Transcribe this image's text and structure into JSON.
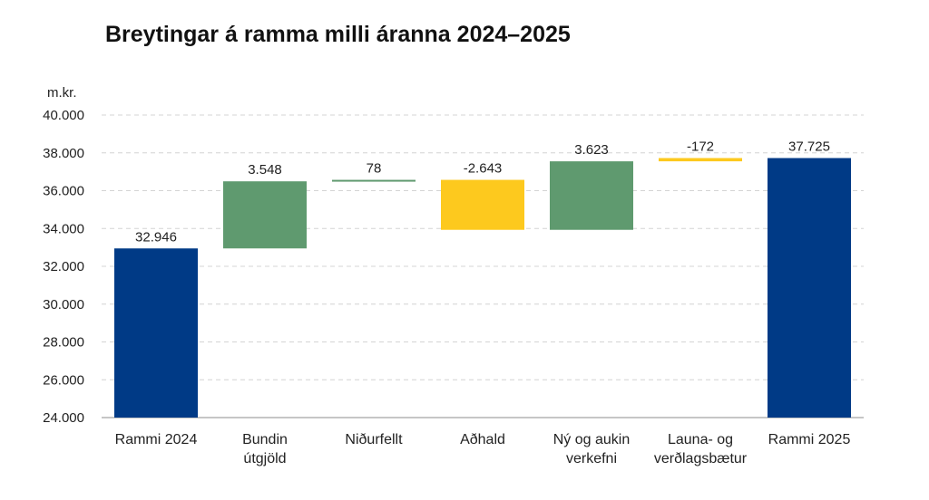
{
  "chart_data": {
    "type": "bar",
    "subtype": "waterfall",
    "title": "Breytingar á ramma milli áranna 2024–2025",
    "unit_label": "m.kr.",
    "ylim": [
      24000,
      40000
    ],
    "y_ticks": [
      "24.000",
      "26.000",
      "28.000",
      "30.000",
      "32.000",
      "34.000",
      "36.000",
      "38.000",
      "40.000"
    ],
    "y_tick_values": [
      24000,
      26000,
      28000,
      30000,
      32000,
      34000,
      36000,
      38000,
      40000
    ],
    "grid": true,
    "categories": [
      [
        "Rammi 2024"
      ],
      [
        "Bundin",
        "útgjöld"
      ],
      [
        "Niðurfellt"
      ],
      [
        "Aðhald"
      ],
      [
        "Ný og aukin",
        "verkefni"
      ],
      [
        "Launa- og",
        "verðlagsbætur"
      ],
      [
        "Rammi 2025"
      ]
    ],
    "bars": [
      {
        "base": 24000,
        "top": 32946,
        "value": 32946,
        "label": "32.946",
        "kind": "total"
      },
      {
        "base": 32946,
        "top": 36494,
        "value": 3548,
        "label": "3.548",
        "kind": "increase"
      },
      {
        "base": 36494,
        "top": 36572,
        "value": 78,
        "label": "78",
        "kind": "increase"
      },
      {
        "base": 33929,
        "top": 36572,
        "value": -2643,
        "label": "-2.643",
        "kind": "decrease"
      },
      {
        "base": 33929,
        "top": 37552,
        "value": 3623,
        "label": "3.623",
        "kind": "increase"
      },
      {
        "base": 37552,
        "top": 37725,
        "value": -172,
        "label": "-172",
        "kind": "decrease"
      },
      {
        "base": 24000,
        "top": 37725,
        "value": 37725,
        "label": "37.725",
        "kind": "total"
      }
    ],
    "colors": {
      "total": "#003a86",
      "increase": "#5f9a6f",
      "decrease": "#fdc91e"
    }
  }
}
